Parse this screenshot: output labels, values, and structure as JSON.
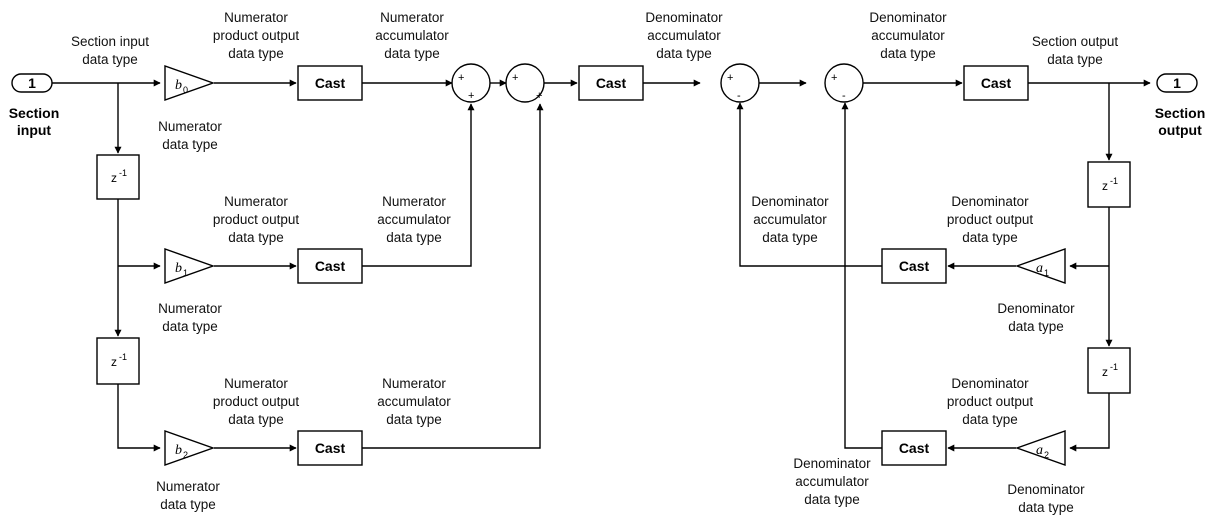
{
  "ports": {
    "input_number": "1",
    "input_label": [
      "Section",
      "input"
    ],
    "output_number": "1",
    "output_label": [
      "Section",
      "output"
    ]
  },
  "blocks": {
    "cast": "Cast",
    "delay": "z",
    "delay_exp": "-1",
    "b0": {
      "sym": "b",
      "sub": "0"
    },
    "b1": {
      "sym": "b",
      "sub": "1"
    },
    "b2": {
      "sym": "b",
      "sub": "2"
    },
    "a1": {
      "sym": "a",
      "sub": "1"
    },
    "a2": {
      "sym": "a",
      "sub": "2"
    },
    "plus": "+",
    "minus": "-"
  },
  "labels": {
    "section_input_type": [
      "Section input",
      "data type"
    ],
    "num_prod_0": [
      "Numerator",
      "product output",
      "data type"
    ],
    "num_acc_0": [
      "Numerator",
      "accumulator",
      "data type"
    ],
    "num_type_0": [
      "Numerator",
      "data type"
    ],
    "num_prod_1": [
      "Numerator",
      "product output",
      "data type"
    ],
    "num_acc_1": [
      "Numerator",
      "accumulator",
      "data type"
    ],
    "num_type_1": [
      "Numerator",
      "data type"
    ],
    "num_prod_2": [
      "Numerator",
      "product output",
      "data type"
    ],
    "num_acc_2": [
      "Numerator",
      "accumulator",
      "data type"
    ],
    "num_type_2": [
      "Numerator",
      "data type"
    ],
    "den_acc_top": [
      "Denominator",
      "accumulator",
      "data type"
    ],
    "den_acc_top2": [
      "Denominator",
      "accumulator",
      "data type"
    ],
    "section_output_type": [
      "Section output",
      "data type"
    ],
    "den_acc_1": [
      "Denominator",
      "accumulator",
      "data type"
    ],
    "den_prod_1": [
      "Denominator",
      "product output",
      "data type"
    ],
    "den_type_1": [
      "Denominator",
      "data type"
    ],
    "den_prod_2": [
      "Denominator",
      "product output",
      "data type"
    ],
    "den_acc_2": [
      "Denominator",
      "accumulator",
      "data type"
    ],
    "den_type_2": [
      "Denominator",
      "data type"
    ]
  }
}
